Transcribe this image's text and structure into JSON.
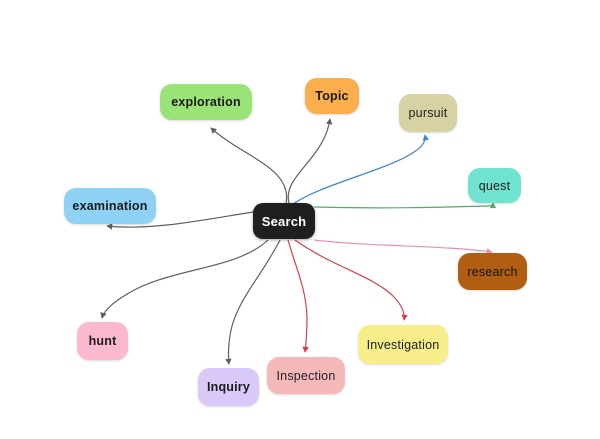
{
  "diagram": {
    "type": "mindmap",
    "background_color": "#ffffff",
    "root_node": {
      "id": "search",
      "label": "Search",
      "bg": "#1f1f1f",
      "text_color": "#ffffff",
      "bold": true
    },
    "child_nodes": [
      {
        "id": "exploration",
        "label": "exploration",
        "bg": "#99e377",
        "text_color": "#1b1b1b",
        "bold": true,
        "edge_color": "#606060"
      },
      {
        "id": "topic",
        "label": "Topic",
        "bg": "#fbae4e",
        "text_color": "#1b1b1b",
        "bold": true,
        "edge_color": "#606060"
      },
      {
        "id": "pursuit",
        "label": "pursuit",
        "bg": "#d6d2a4",
        "text_color": "#222222",
        "bold": false,
        "edge_color": "#3d84d1"
      },
      {
        "id": "quest",
        "label": "quest",
        "bg": "#70e2d0",
        "text_color": "#222222",
        "bold": false,
        "edge_color": "#57a86d"
      },
      {
        "id": "examination",
        "label": "examination",
        "bg": "#8fd2f6",
        "text_color": "#1b1b1b",
        "bold": true,
        "edge_color": "#606060"
      },
      {
        "id": "research",
        "label": "research",
        "bg": "#b15e12",
        "text_color": "#141414",
        "bold": false,
        "edge_color": "#f08cb6"
      },
      {
        "id": "hunt",
        "label": "hunt",
        "bg": "#fbb9ce",
        "text_color": "#1b1b1b",
        "bold": true,
        "edge_color": "#606060"
      },
      {
        "id": "inquiry",
        "label": "Inquiry",
        "bg": "#d9c9f8",
        "text_color": "#1b1b1b",
        "bold": true,
        "edge_color": "#606060"
      },
      {
        "id": "inspection",
        "label": "Inspection",
        "bg": "#f6b9ba",
        "text_color": "#222222",
        "bold": false,
        "edge_color": "#d64049"
      },
      {
        "id": "investigation",
        "label": "Investigation",
        "bg": "#f7ee8b",
        "text_color": "#222222",
        "bold": false,
        "edge_color": "#d64049"
      }
    ]
  }
}
